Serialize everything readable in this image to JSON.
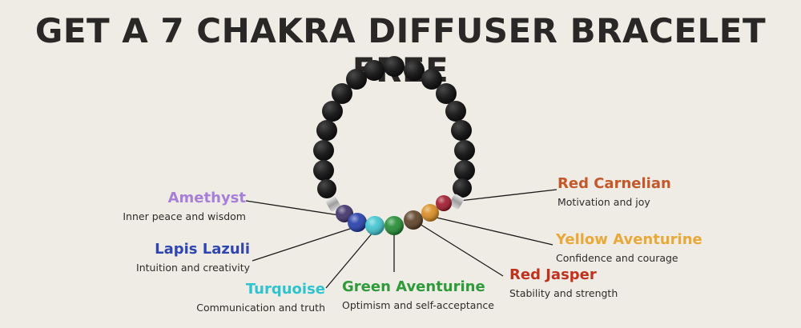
{
  "title": "GET A 7 CHAKRA DIFFUSER BRACELET FREE",
  "stones": {
    "amethyst": {
      "name": "Amethyst",
      "desc": "Inner peace and wisdom",
      "color": "#a77fd8"
    },
    "lapis": {
      "name": "Lapis Lazuli",
      "desc": "Intuition and creativity",
      "color": "#2f45b0"
    },
    "turquoise": {
      "name": "Turquoise",
      "desc": "Communication and truth",
      "color": "#2ec4cf"
    },
    "green": {
      "name": "Green Aventurine",
      "desc": "Optimism and self-acceptance",
      "color": "#2e9a3a"
    },
    "redjasper": {
      "name": "Red Jasper",
      "desc": "Stability and strength",
      "color": "#c0321e"
    },
    "yellow": {
      "name": "Yellow Aventurine",
      "desc": "Confidence and courage",
      "color": "#e8a93a"
    },
    "carnelian": {
      "name": "Red Carnelian",
      "desc": "Motivation and joy",
      "color": "#c4582a"
    }
  },
  "colors": {
    "background": "#efece6",
    "text": "#2a2826",
    "lava": "#1c1c1c"
  }
}
